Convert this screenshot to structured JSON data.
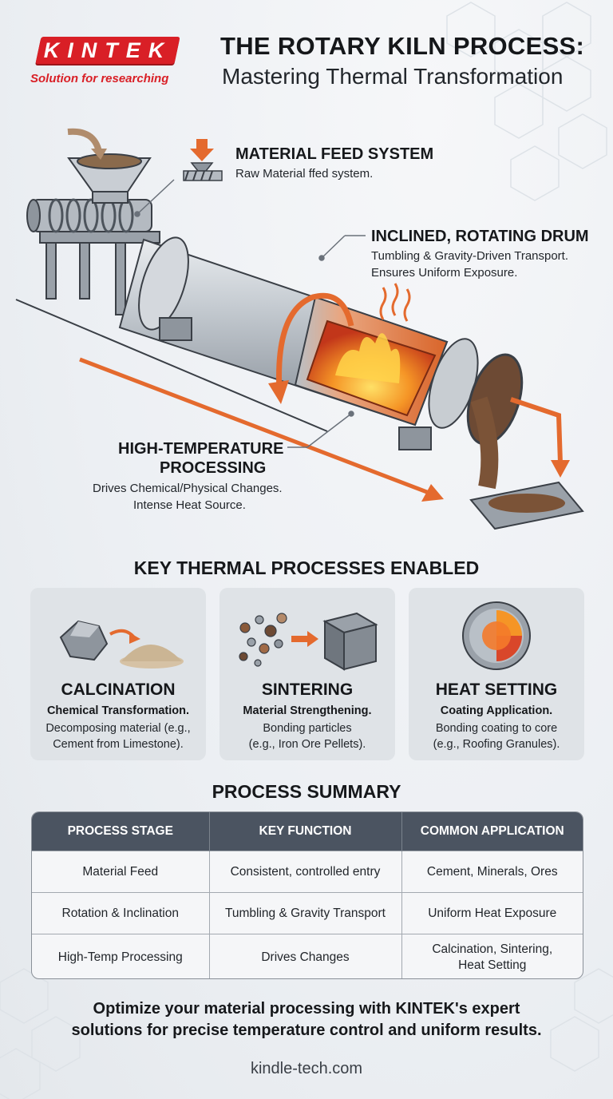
{
  "brand": {
    "logo_text": "KINTEK",
    "tagline": "Solution for researching",
    "accent_color": "#d91f26"
  },
  "header": {
    "title": "THE ROTARY KILN PROCESS:",
    "subtitle": "Mastering Thermal Transformation"
  },
  "annotations": {
    "feed": {
      "title": "MATERIAL FEED SYSTEM",
      "text": "Raw Material ffed system."
    },
    "drum": {
      "title": "INCLINED, ROTATING DRUM",
      "line1": "Tumbling & Gravity-Driven Transport.",
      "line2": "Ensures Uniform Exposure."
    },
    "heat": {
      "title_line1": "HIGH-TEMPERATURE",
      "title_line2": "PROCESSING",
      "line1": "Drives Chemical/Physical Changes.",
      "line2": "Intense Heat Source."
    }
  },
  "processes_heading": "KEY THERMAL PROCESSES ENABLED",
  "processes": [
    {
      "title": "CALCINATION",
      "subtitle": "Chemical Transformation.",
      "line1": "Decomposing material (e.g.,",
      "line2": "Cement from Limestone).",
      "icon": "rock-to-powder-icon"
    },
    {
      "title": "SINTERING",
      "subtitle": "Material Strengthening.",
      "line1": "Bonding particles",
      "line2": "(e.g., Iron Ore Pellets).",
      "icon": "particles-to-block-icon"
    },
    {
      "title": "HEAT SETTING",
      "subtitle": "Coating Application.",
      "line1": "Bonding coating to core",
      "line2": "(e.g., Roofing Granules).",
      "icon": "coated-sphere-icon"
    }
  ],
  "summary_heading": "PROCESS SUMMARY",
  "summary_table": {
    "headers": [
      "PROCESS STAGE",
      "KEY FUNCTION",
      "COMMON APPLICATION"
    ],
    "rows": [
      [
        "Material Feed",
        "Consistent, controlled entry",
        "Cement, Minerals, Ores"
      ],
      [
        "Rotation & Inclination",
        "Tumbling & Gravity Transport",
        "Uniform Heat Exposure"
      ],
      [
        "High-Temp Processing",
        "Drives Changes",
        "Calcination, Sintering,",
        "Heat Setting"
      ]
    ]
  },
  "footer": {
    "line1": "Optimize your material processing with KINTEK's expert",
    "line2": "solutions for precise temperature control and uniform results.",
    "site": "kindle-tech.com"
  }
}
